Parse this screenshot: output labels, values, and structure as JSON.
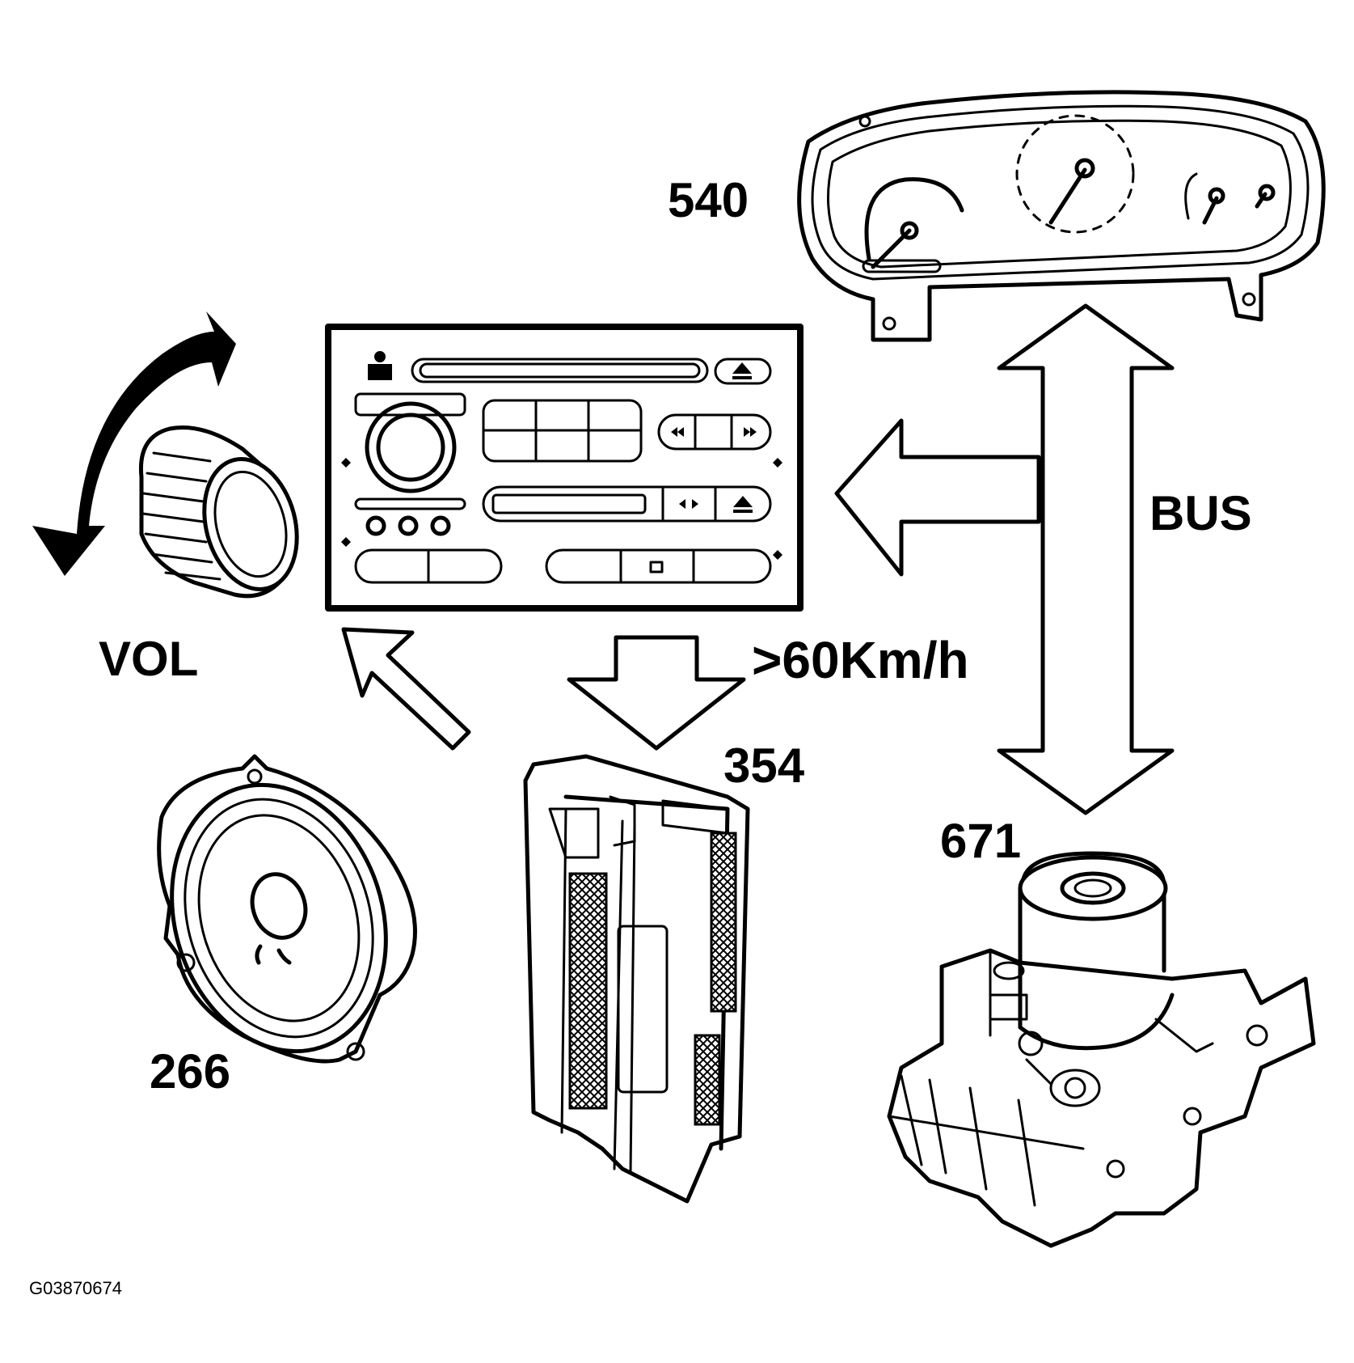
{
  "labels": {
    "instrument_cluster": "540",
    "speed_condition": ">60Km/h",
    "bus": "BUS",
    "volume": "VOL",
    "amplifier": "354",
    "abs_module": "671",
    "speaker": "266",
    "figure_id": "G03870674"
  }
}
